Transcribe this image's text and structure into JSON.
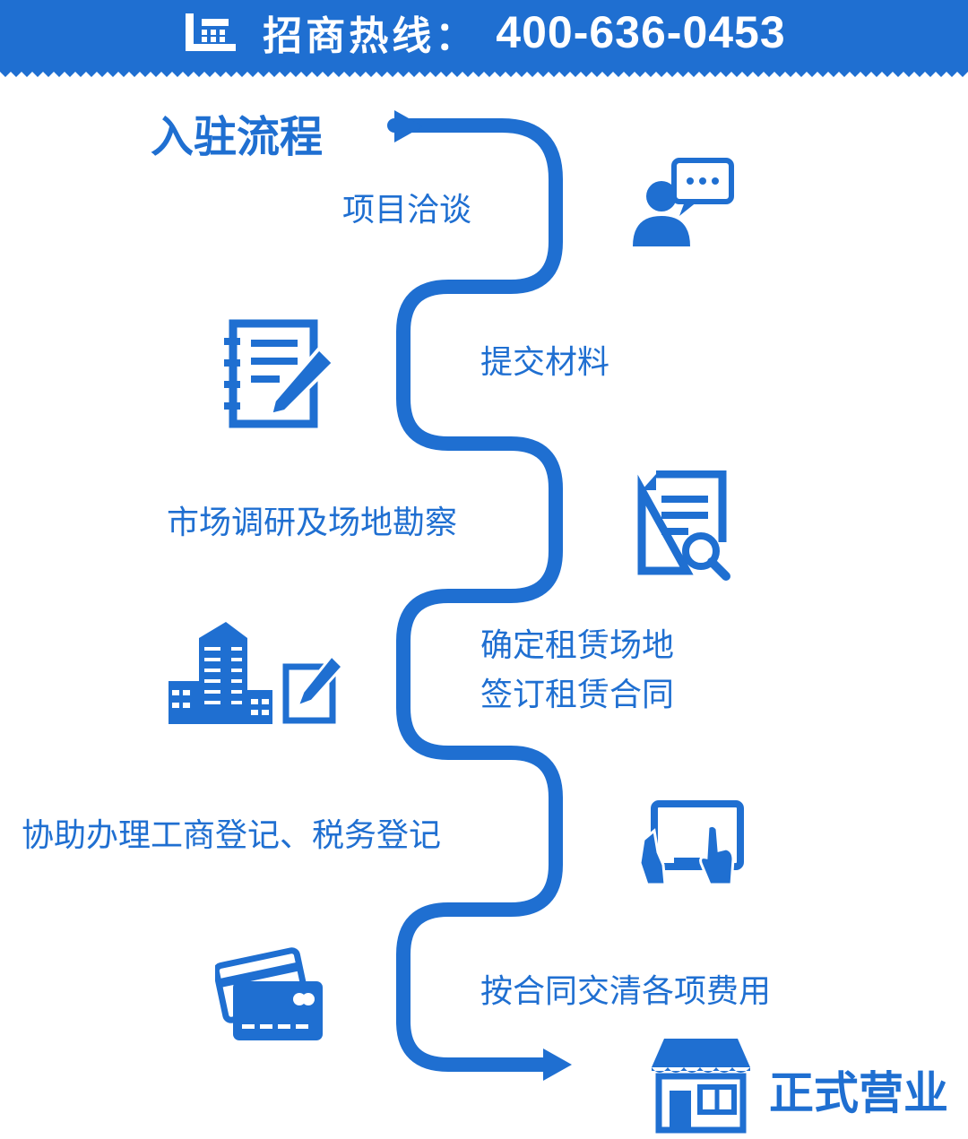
{
  "header": {
    "label": "招商热线：",
    "phone": "400-636-0453"
  },
  "flow": {
    "title": "入驻流程",
    "end_label": "正式营业",
    "steps": [
      "项目洽谈",
      "提交材料",
      "市场调研及场地勘察",
      "确定租赁场地",
      "签订租赁合同",
      "协助办理工商登记、税务登记",
      "按合同交清各项费用"
    ]
  },
  "colors": {
    "accent": "#1f6fd1"
  },
  "icons": [
    "phone-icon",
    "consult-icon",
    "document-edit-icon",
    "search-document-icon",
    "building-icon",
    "edit-icon",
    "tablet-touch-icon",
    "credit-card-icon",
    "shop-icon"
  ]
}
